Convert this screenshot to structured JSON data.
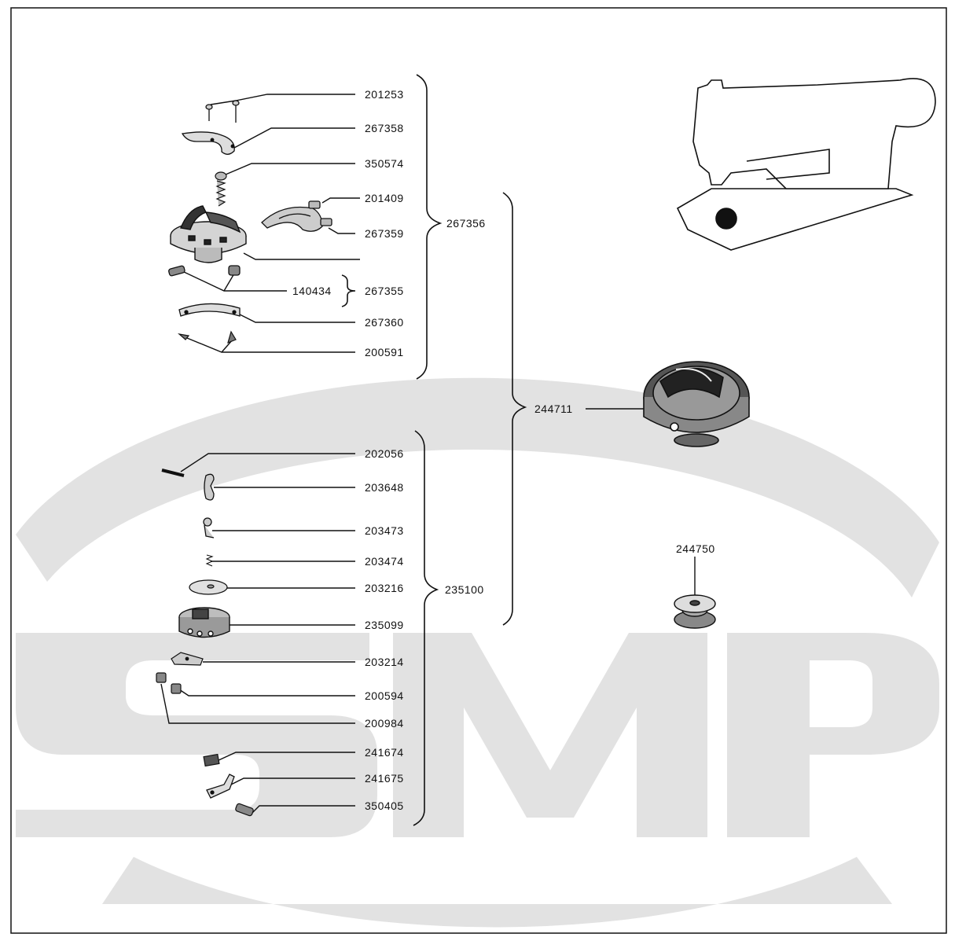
{
  "watermark": {
    "text": "SMP",
    "color": "#e2e2e2"
  },
  "colors": {
    "ink": "#111111",
    "part_fill": "#d8d8d8",
    "dark": "#2a2a2a"
  },
  "labels": {
    "p201253": "201253",
    "p267358": "267358",
    "p350574": "350574",
    "p201409": "201409",
    "p267359": "267359",
    "p267356": "267356",
    "p140434": "140434",
    "p267355": "267355",
    "p267360": "267360",
    "p200591": "200591",
    "p244711": "244711",
    "p202056": "202056",
    "p203648": "203648",
    "p203473": "203473",
    "p203474": "203474",
    "p203216": "203216",
    "p235100": "235100",
    "p235099": "235099",
    "p203214": "203214",
    "p200594": "200594",
    "p200984": "200984",
    "p241674": "241674",
    "p241675": "241675",
    "p350405": "350405",
    "p244750": "244750"
  }
}
